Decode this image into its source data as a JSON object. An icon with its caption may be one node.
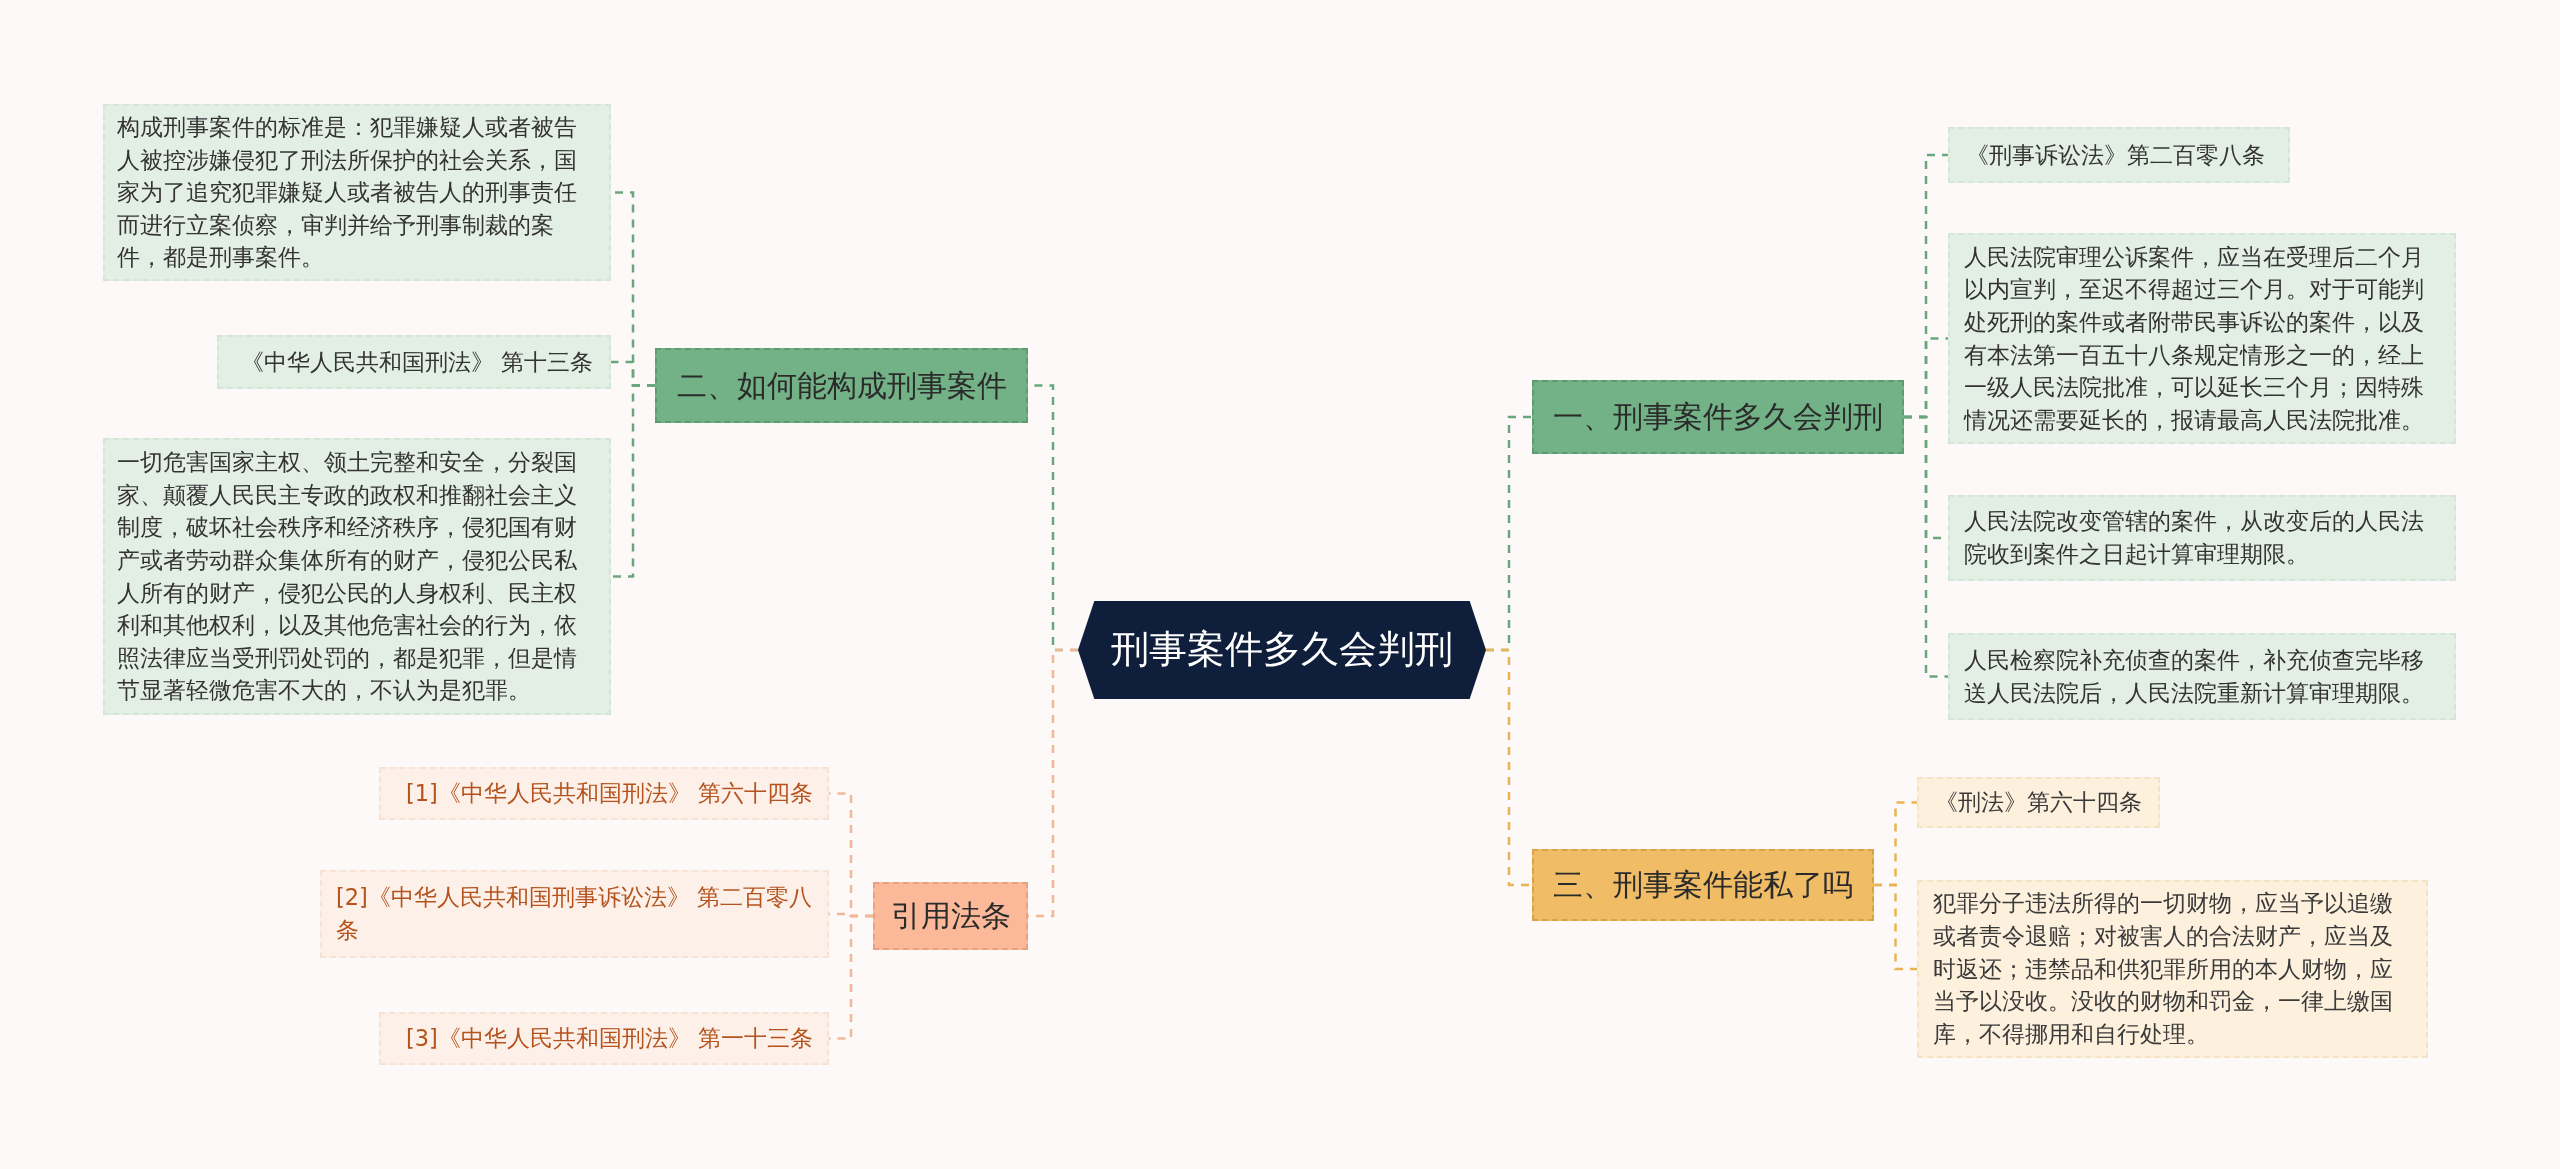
{
  "diagram": {
    "nodes": [
      {
        "text": [
          "刑事案件多久会判刑"
        ]
      },
      {
        "text": [
          "一、刑事案件多久会判刑"
        ]
      },
      {
        "text": [
          "《刑事诉讼法》第二百零八条"
        ]
      },
      {
        "text": [
          "人民法院审理公诉案件，应当在受理后二个月以内宣判，至迟不得超过三个月。对于可能判处死刑的案件或者附带民事诉讼的案件，以及有本法第一百五十八条规定情形之一的，经上一级人民法院批准，可以延长三个月；因特殊情况还需要延长的，报请最高人民法院批准。"
        ]
      },
      {
        "text": [
          "人民法院改变管辖的案件，从改变后的人民法院收到案件之日起计算审理期限。"
        ]
      },
      {
        "text": [
          "人民检察院补充侦查的案件，补充侦查完毕移送人民法院后，人民法院重新计算审理期限。"
        ]
      },
      {
        "text": [
          "三、刑事案件能私了吗"
        ]
      },
      {
        "text": [
          "《刑法》第六十四条"
        ]
      },
      {
        "text": [
          "犯罪分子违法所得的一切财物，应当予以追缴或者责令退赔；对被害人的合法财产，应当及时返还；违禁品和供犯罪所用的本人财物，应当予以没收。没收的财物和罚金，一律上缴国库，不得挪用和自行处理。"
        ]
      },
      {
        "text": [
          "二、如何能构成刑事案件"
        ]
      },
      {
        "text": [
          "构成刑事案件的标准是：犯罪嫌疑人或者被告人被控涉嫌侵犯了刑法所保护的社会关系，国家为了追究犯罪嫌疑人或者被告人的刑事责任而进行立案侦察，审判并给予刑事制裁的案件，都是刑事案件。"
        ]
      },
      {
        "text": [
          "《中华人民共和国刑法》 第十三条"
        ]
      },
      {
        "text": [
          "一切危害国家主权、领土完整和安全，分裂国家、颠覆人民民主专政的政权和推翻社会主义制度，破坏社会秩序和经济秩序，侵犯国有财产或者劳动群众集体所有的财产，侵犯公民私人所有的财产，侵犯公民的人身权利、民主权利和其他权利，以及其他危害社会的行为，依照法律应当受刑罚处罚的，都是犯罪，但是情节显著轻微危害不大的，不认为是犯罪。"
        ]
      },
      {
        "text": [
          "引用法条"
        ]
      },
      {
        "text": [
          "[1]《中华人民共和国刑法》 第六十四条"
        ]
      },
      {
        "text": [
          "[2]《中华人民共和国刑事诉讼法》 第二百零八条"
        ]
      },
      {
        "text": [
          "[3]《中华人民共和国刑法》 第一十三条"
        ]
      }
    ],
    "edges": [
      {
        "from": 0,
        "to": 1,
        "arrow": "none",
        "style": "dashed",
        "color": "#6aa67d"
      },
      {
        "from": 1,
        "to": 2,
        "arrow": "none",
        "style": "dashed",
        "color": "#6aa67d"
      },
      {
        "from": 1,
        "to": 3,
        "arrow": "none",
        "style": "dashed",
        "color": "#6aa67d"
      },
      {
        "from": 1,
        "to": 4,
        "arrow": "none",
        "style": "dashed",
        "color": "#6aa67d"
      },
      {
        "from": 1,
        "to": 5,
        "arrow": "none",
        "style": "dashed",
        "color": "#6aa67d"
      },
      {
        "from": 0,
        "to": 6,
        "arrow": "none",
        "style": "dashed",
        "color": "#e9b451"
      },
      {
        "from": 6,
        "to": 7,
        "arrow": "none",
        "style": "dashed",
        "color": "#e9b451"
      },
      {
        "from": 6,
        "to": 8,
        "arrow": "none",
        "style": "dashed",
        "color": "#e9b451"
      },
      {
        "from": 0,
        "to": 9,
        "arrow": "none",
        "style": "dashed",
        "color": "#6aa67d"
      },
      {
        "from": 9,
        "to": 10,
        "arrow": "none",
        "style": "dashed",
        "color": "#6aa67d"
      },
      {
        "from": 9,
        "to": 11,
        "arrow": "none",
        "style": "dashed",
        "color": "#6aa67d"
      },
      {
        "from": 9,
        "to": 12,
        "arrow": "none",
        "style": "dashed",
        "color": "#6aa67d"
      },
      {
        "from": 0,
        "to": 13,
        "arrow": "none",
        "style": "dashed",
        "color": "#f4b795"
      },
      {
        "from": 13,
        "to": 14,
        "arrow": "none",
        "style": "dashed",
        "color": "#f4b795"
      },
      {
        "from": 13,
        "to": 15,
        "arrow": "none",
        "style": "dashed",
        "color": "#f4b795"
      },
      {
        "from": 13,
        "to": 16,
        "arrow": "none",
        "style": "dashed",
        "color": "#f4b795"
      }
    ]
  }
}
